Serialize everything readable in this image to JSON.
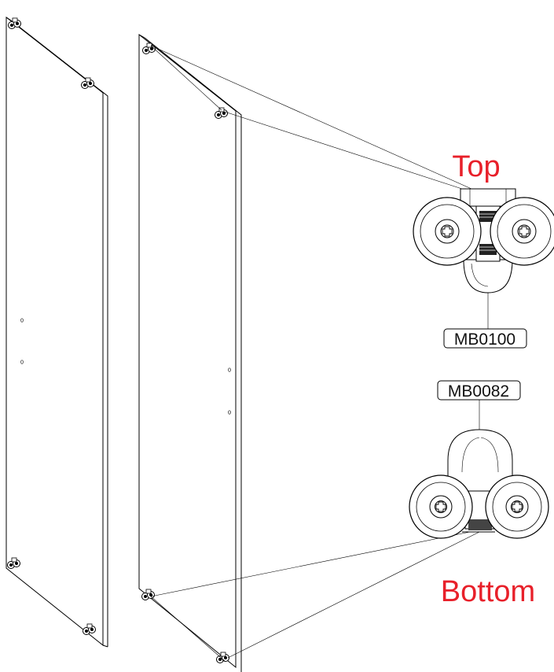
{
  "labels": {
    "top": "Top",
    "bottom": "Bottom",
    "part_top": "MB0100",
    "part_bottom": "MB0082"
  },
  "colors": {
    "label_accent": "#e8202a",
    "line": "#000000",
    "background": "#ffffff"
  }
}
